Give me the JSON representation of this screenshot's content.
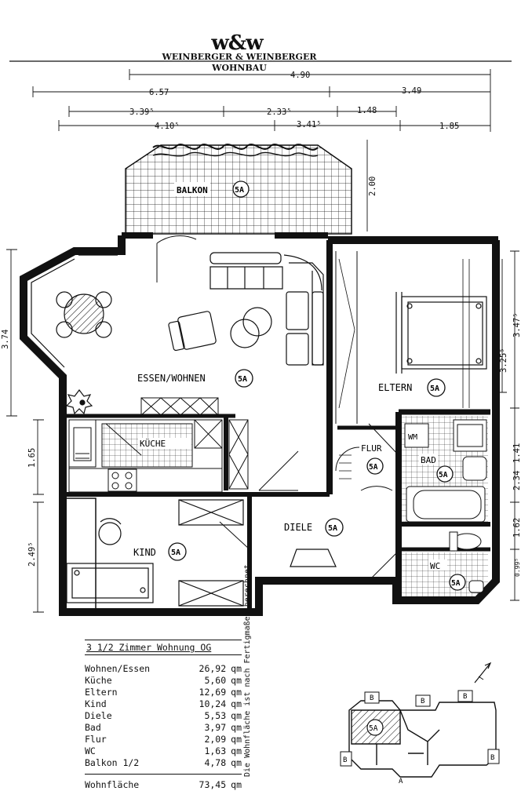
{
  "brand": {
    "logo_mark": "w&w",
    "name": "WEINBERGER & WEINBERGER",
    "subtitle": "WOHNBAU"
  },
  "dimensions": {
    "top_overall": "4.90",
    "row1_left": "6.57",
    "row1_right": "3.49",
    "row2_a": "3.39⁵",
    "row2_b": "2.33⁵",
    "row2_c": "1.48",
    "row3_a": "4.10⁵",
    "row3_b": "3.41⁵",
    "row3_c": "1.85",
    "balcony_depth": "2.00",
    "left_upper": "3.74",
    "left_middle": "1.65",
    "left_lower": "2.49⁵",
    "right_a": "3.47⁵",
    "right_b": "3.25⁵",
    "right_c": "1.41",
    "right_d": "2.34",
    "right_e": "1.62",
    "right_f": "0.99⁵"
  },
  "rooms": {
    "balkon": "BALKON",
    "essen_wohnen": "ESSEN/WOHNEN",
    "kueche": "KÜCHE",
    "eltern": "ELTERN",
    "flur": "FLUR",
    "bad": "BAD",
    "wm": "WM",
    "wc": "WC",
    "diele": "DIELE",
    "kind": "KIND",
    "unit_tag": "5A"
  },
  "legend": {
    "title": "3 1/2 Zimmer Wohnung OG",
    "unit": "qm",
    "rows": [
      {
        "label": "Wohnen/Essen",
        "value": "26,92"
      },
      {
        "label": "Küche",
        "value": "5,60"
      },
      {
        "label": "Eltern",
        "value": "12,69"
      },
      {
        "label": "Kind",
        "value": "10,24"
      },
      {
        "label": "Diele",
        "value": "5,53"
      },
      {
        "label": "Bad",
        "value": "3,97"
      },
      {
        "label": "Flur",
        "value": "2,09"
      },
      {
        "label": "WC",
        "value": "1,63"
      },
      {
        "label": "Balkon   1/2",
        "value": "4,78"
      }
    ],
    "total_label": "Wohnfläche",
    "total_value": "73,45"
  },
  "note": "Die Wohnfläche ist nach Fertigmaßen berechnet.",
  "keyplan": {
    "unit": "5A",
    "balcony_marker": "B",
    "entrance_marker": "A"
  },
  "colors": {
    "ink": "#111111",
    "paper": "#ffffff"
  }
}
